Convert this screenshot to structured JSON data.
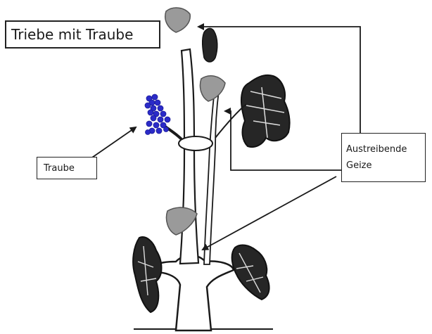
{
  "labels": {
    "title": "Triebe mit Traube",
    "traube": "Traube",
    "geize_line1": "Austreibende",
    "geize_line2": "Geize"
  },
  "colors": {
    "ink": "#1a1a1a",
    "stem_fill": "#ffffff",
    "leaf_fill": "#262626",
    "bud_fill": "#9a9a9a",
    "grape": "#2b2bc8"
  },
  "icons": {
    "grape_cluster": "grape-cluster-icon"
  }
}
